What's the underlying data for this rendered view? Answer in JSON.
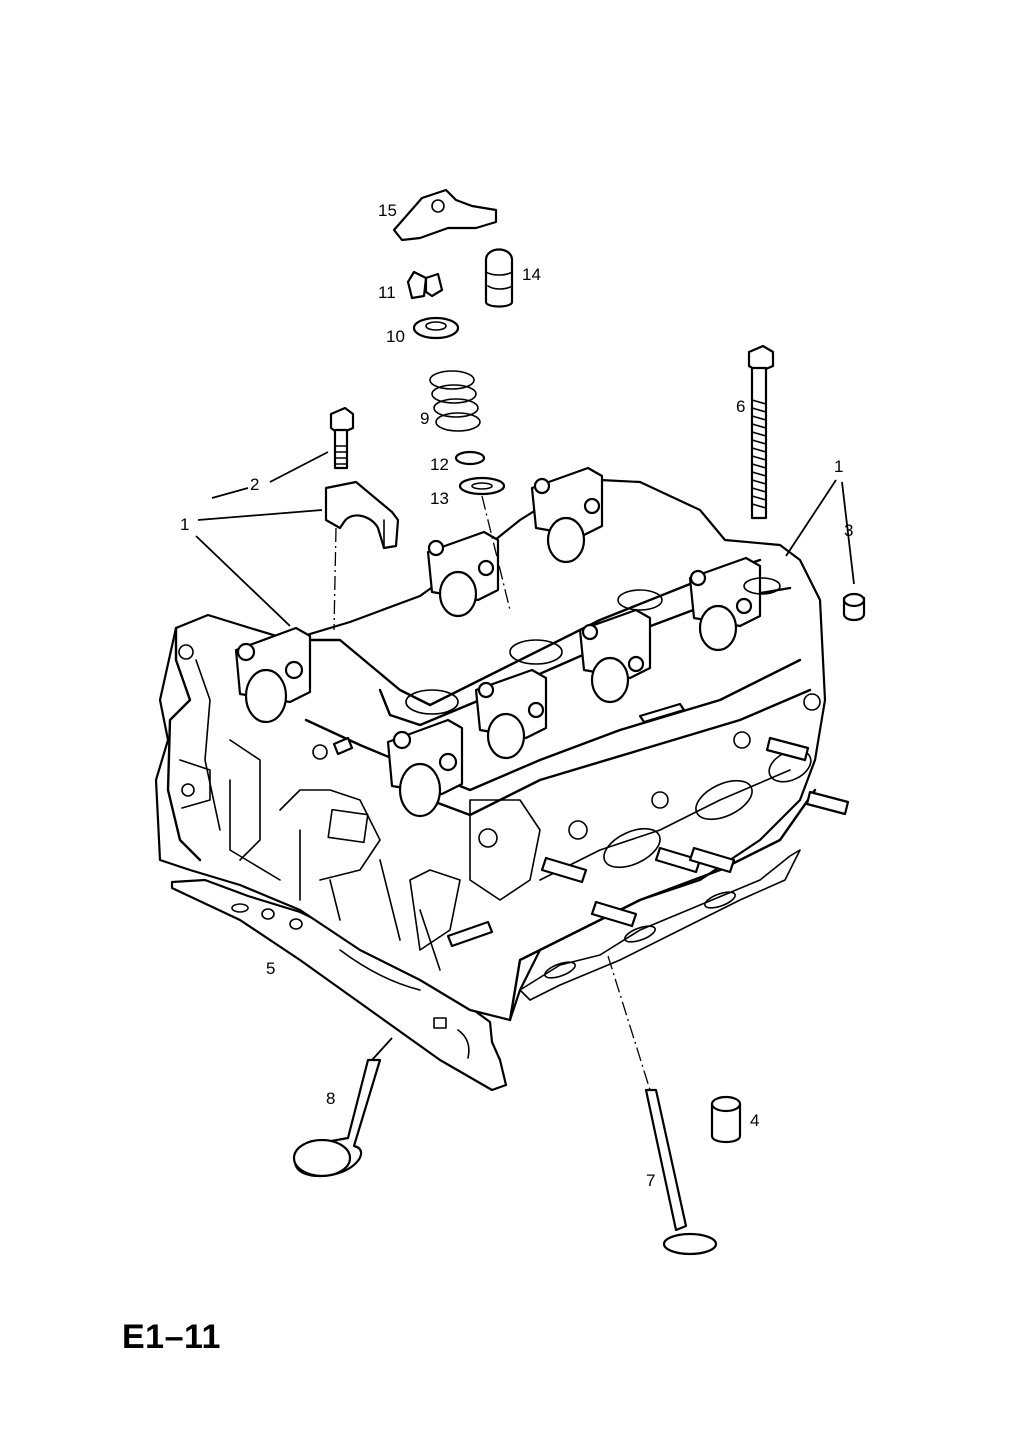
{
  "diagram_code": "E1–11",
  "callouts": [
    {
      "id": "1a",
      "text": "1"
    },
    {
      "id": "1b",
      "text": "1"
    },
    {
      "id": "2",
      "text": "2"
    },
    {
      "id": "3",
      "text": "3"
    },
    {
      "id": "4",
      "text": "4"
    },
    {
      "id": "5",
      "text": "5"
    },
    {
      "id": "6",
      "text": "6"
    },
    {
      "id": "7",
      "text": "7"
    },
    {
      "id": "8",
      "text": "8"
    },
    {
      "id": "9",
      "text": "9"
    },
    {
      "id": "10",
      "text": "10"
    },
    {
      "id": "11",
      "text": "11"
    },
    {
      "id": "12",
      "text": "12"
    },
    {
      "id": "13",
      "text": "13"
    },
    {
      "id": "14",
      "text": "14"
    },
    {
      "id": "15",
      "text": "15"
    }
  ]
}
